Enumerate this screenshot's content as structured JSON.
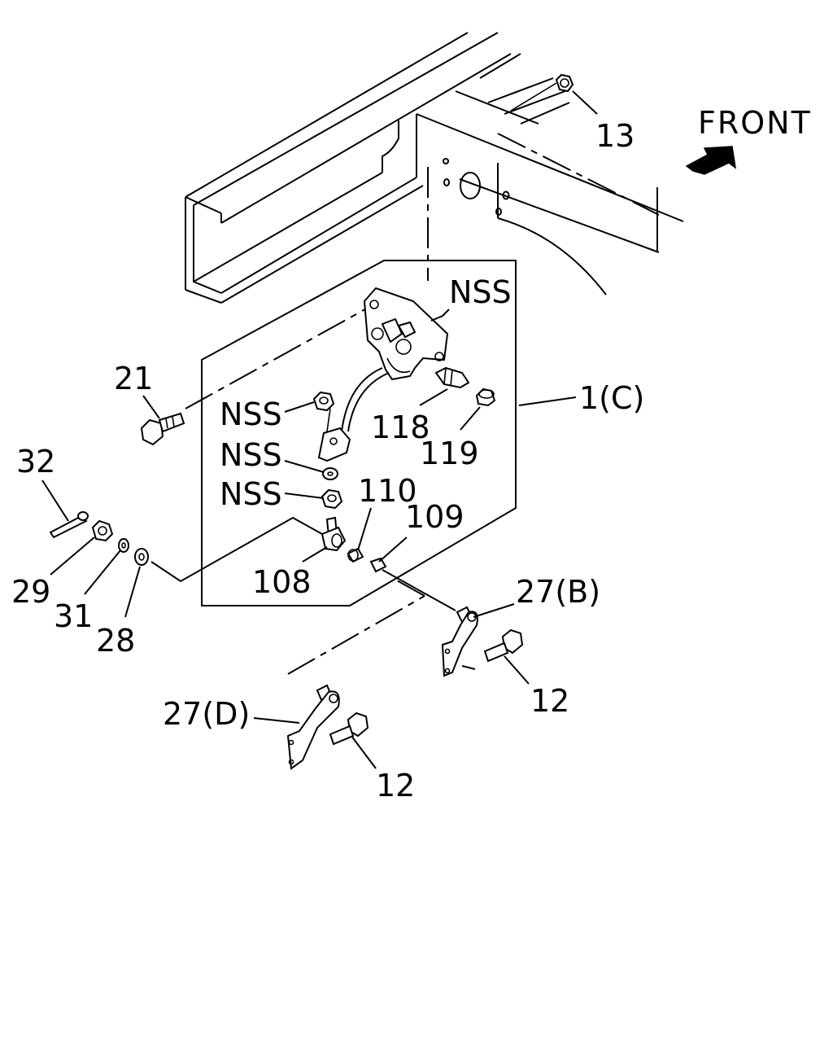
{
  "diagram": {
    "direction_label": "FRONT",
    "labels": {
      "nss_1": "NSS",
      "nss_2": "NSS",
      "nss_3": "NSS",
      "nss_4": "NSS",
      "p13": "13",
      "p21": "21",
      "p1c": "1(C)",
      "p118": "118",
      "p119": "119",
      "p32": "32",
      "p110": "110",
      "p109": "109",
      "p29": "29",
      "p31": "31",
      "p28": "28",
      "p108": "108",
      "p27b": "27(B)",
      "p27d": "27(D)",
      "p12a": "12",
      "p12b": "12"
    }
  }
}
